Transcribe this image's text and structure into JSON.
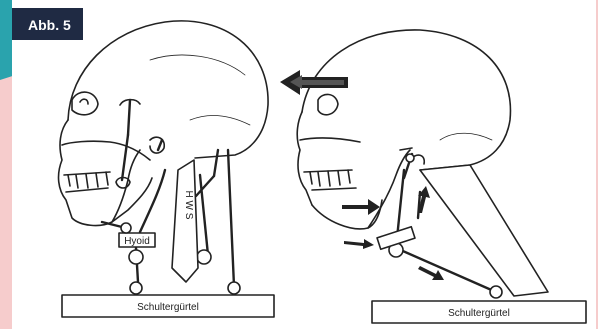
{
  "figure": {
    "badge": "Abb. 5"
  },
  "left_drawing": {
    "hyoid_label": "Hyoid",
    "spine_label": "H W S",
    "base_label": "Schultergürtel"
  },
  "right_drawing": {
    "base_label": "Schultergürtel"
  },
  "colors": {
    "badge_bg": "#1f2a43",
    "corner_accent": "#2aa3ad",
    "border_pink": "#f6cccc"
  }
}
